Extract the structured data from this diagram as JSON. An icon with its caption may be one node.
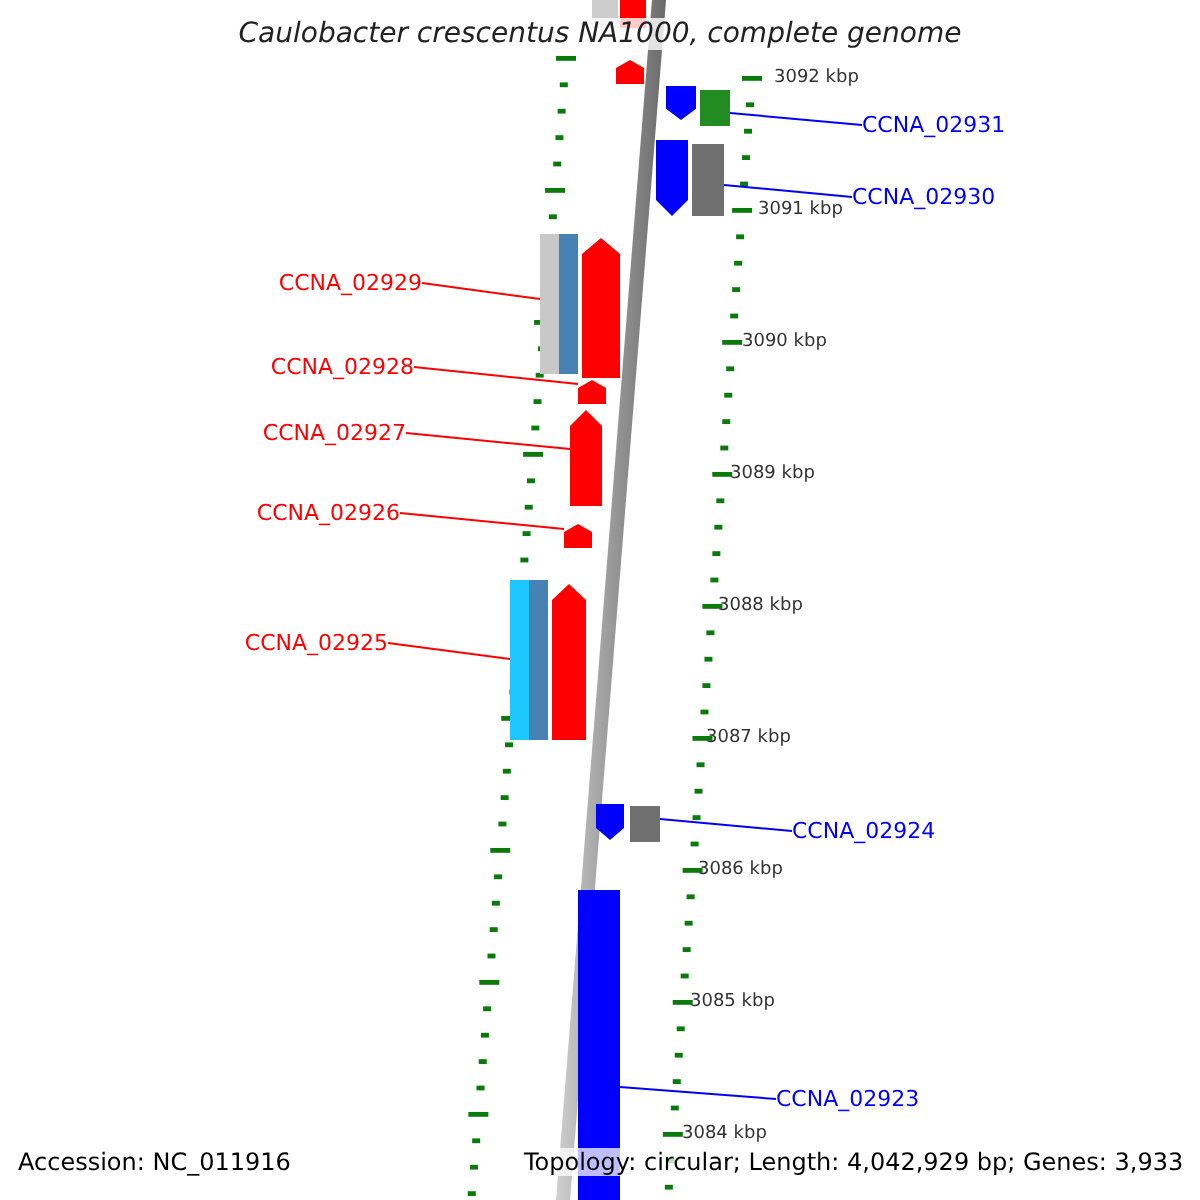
{
  "diagram": {
    "title": "Caulobacter crescentus NA1000, complete genome",
    "nodes": [
      {
        "text": [],
        "shape": "bar"
      },
      {
        "text": [],
        "shape": "bar"
      },
      {
        "text": [],
        "shape": "pentagon"
      },
      {
        "text": [],
        "shape": "pentagon"
      },
      {
        "text": [],
        "shape": "bar"
      },
      {
        "text": [
          "CCNA_02931"
        ]
      },
      {
        "text": [],
        "shape": "pentagon"
      },
      {
        "text": [],
        "shape": "bar"
      },
      {
        "text": [
          "CCNA_02930"
        ]
      },
      {
        "text": [
          "CCNA_02929"
        ]
      },
      {
        "text": [],
        "shape": "bar"
      },
      {
        "text": [],
        "shape": "pentagon"
      },
      {
        "text": [
          "CCNA_02928"
        ]
      },
      {
        "text": [],
        "shape": "pentagon"
      },
      {
        "text": [
          "CCNA_02927"
        ]
      },
      {
        "text": [],
        "shape": "pentagon"
      },
      {
        "text": [
          "CCNA_02926"
        ]
      },
      {
        "text": [],
        "shape": "pentagon"
      },
      {
        "text": [
          "CCNA_02925"
        ]
      },
      {
        "text": [],
        "shape": "bar"
      },
      {
        "text": [],
        "shape": "pentagon"
      },
      {
        "text": [],
        "shape": "pentagon"
      },
      {
        "text": [],
        "shape": "bar"
      },
      {
        "text": [
          "CCNA_02924"
        ]
      },
      {
        "text": [],
        "shape": "bar"
      },
      {
        "text": [
          "CCNA_02923"
        ]
      }
    ],
    "edges": [
      {
        "from": 5,
        "to": 4,
        "arrow": "none",
        "color": "#0000ff"
      },
      {
        "from": 8,
        "to": 7,
        "arrow": "none",
        "color": "#0000ff"
      },
      {
        "from": 9,
        "to": 10,
        "arrow": "none"
      },
      {
        "from": 12,
        "to": 13,
        "arrow": "none"
      },
      {
        "from": 14,
        "to": 15,
        "arrow": "none"
      },
      {
        "from": 16,
        "to": 17,
        "arrow": "none"
      },
      {
        "from": 18,
        "to": 19,
        "arrow": "none"
      },
      {
        "from": 23,
        "to": 22,
        "arrow": "none",
        "color": "#0000ff"
      },
      {
        "from": 25,
        "to": 24,
        "arrow": "none",
        "color": "#0000ff"
      }
    ],
    "labels": [
      "3092 kbp",
      "3091 kbp",
      "3090 kbp",
      "3089 kbp",
      "3088 kbp",
      "3087 kbp",
      "3086 kbp",
      "3085 kbp",
      "3084 kbp",
      "Accession: NC_011916",
      "Topology: circular; Length: 4,042,929 bp; Genes: 3,933"
    ]
  }
}
